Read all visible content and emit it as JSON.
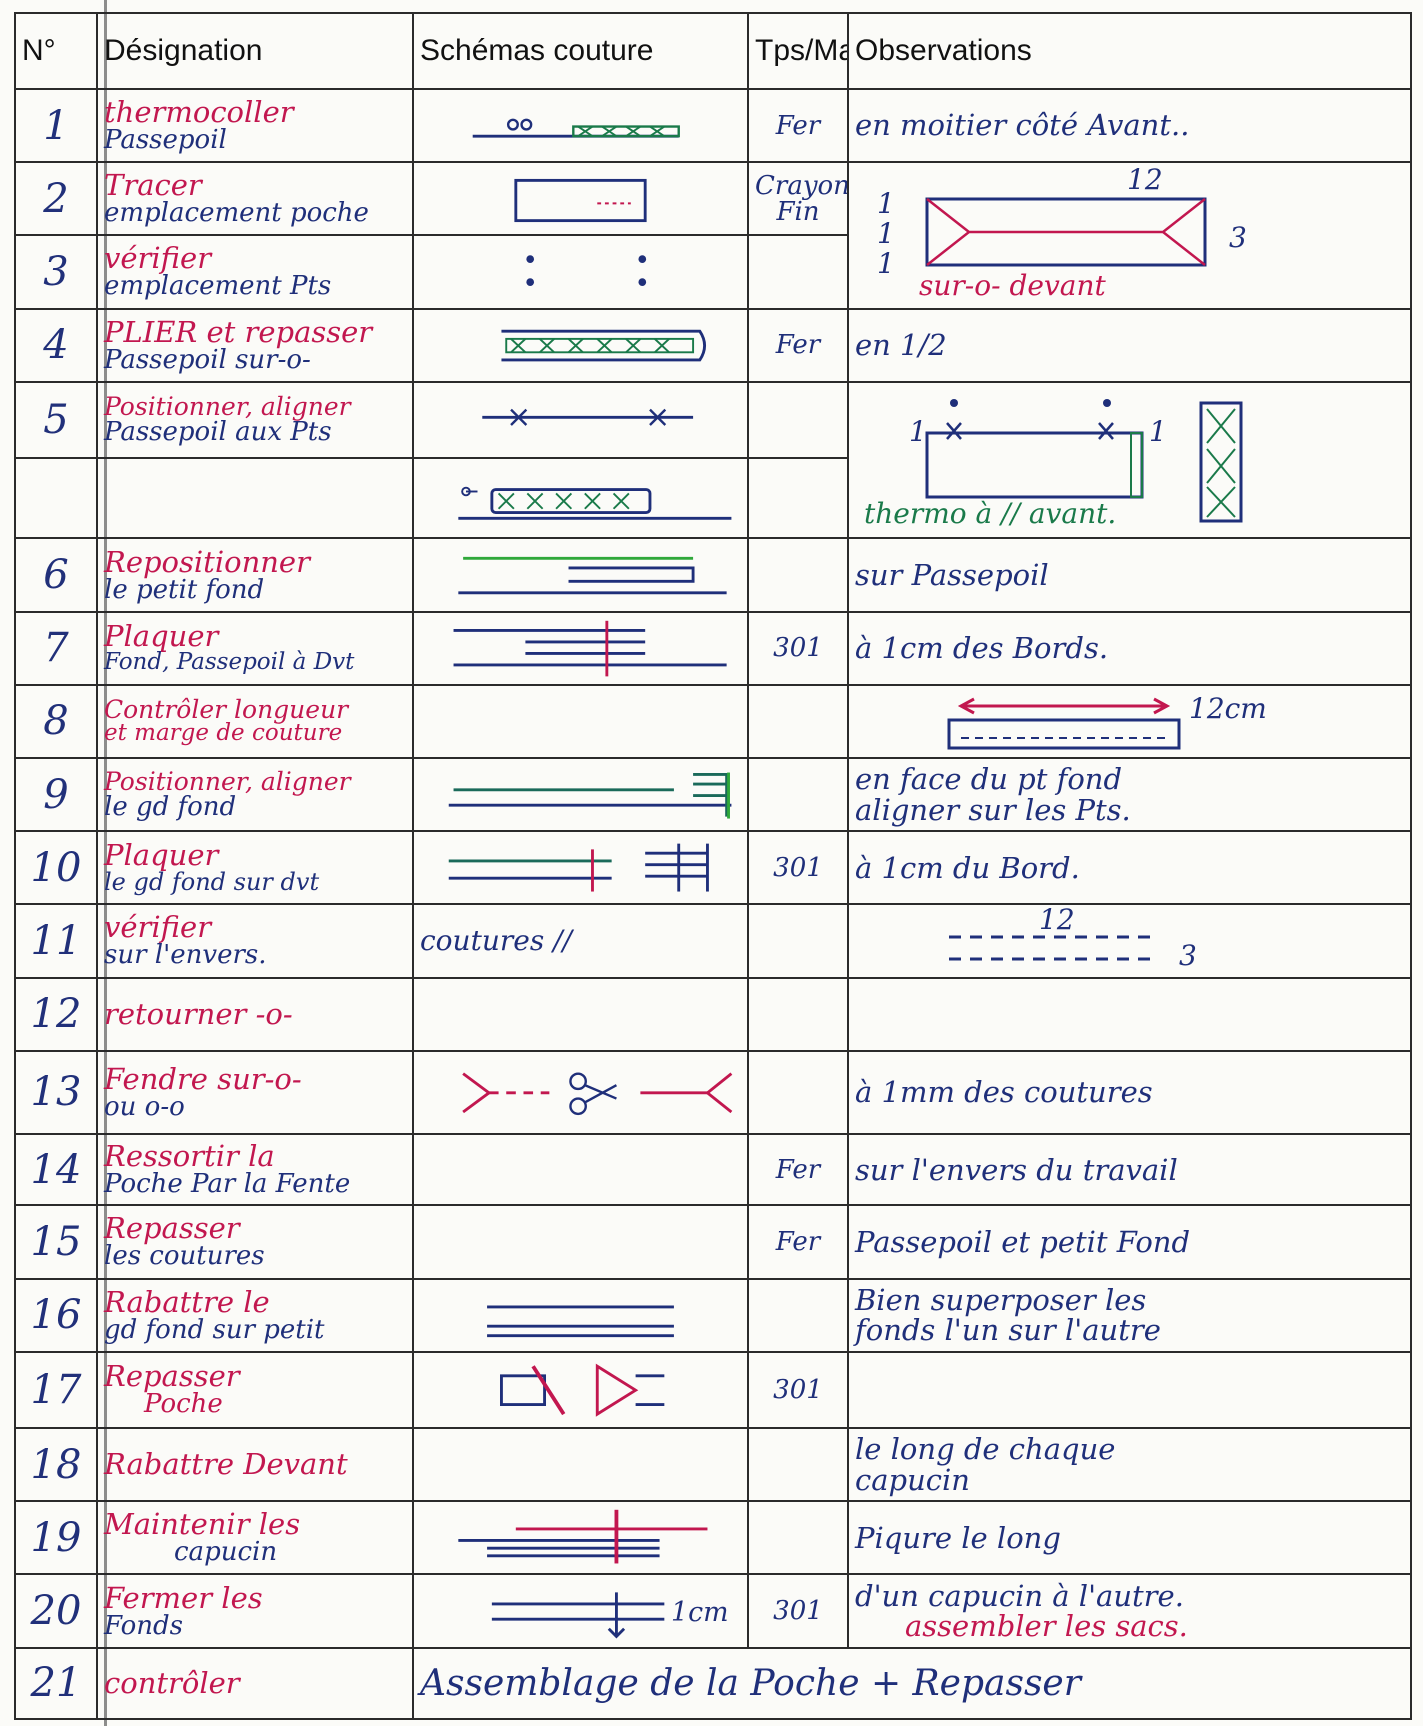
{
  "header": {
    "no": "N°",
    "designation": "Désignation",
    "schemas": "Schémas couture",
    "tps": "Tps/Mach",
    "observations": "Observations"
  },
  "rows": [
    {
      "no": "1",
      "d1": "thermocoller",
      "d2": "Passepoil",
      "tps": "Fer",
      "obs": "en moitier côté Avant.."
    },
    {
      "no": "2",
      "d1": "Tracer",
      "d2": "emplacement poche",
      "tps": "Crayon Fin",
      "obs": ""
    },
    {
      "no": "3",
      "d1": "vérifier",
      "d2": "emplacement Pts",
      "tps": "",
      "obs": ""
    },
    {
      "no": "4",
      "d1": "PLIER et repasser",
      "d2": "Passepoil sur-o-",
      "tps": "Fer",
      "obs": "en 1/2"
    },
    {
      "no": "5",
      "d1": "Positionner, aligner",
      "d2": "Passepoil aux Pts",
      "tps": "",
      "obs": ""
    },
    {
      "no": "",
      "d1": "",
      "d2": "",
      "tps": "",
      "obs": ""
    },
    {
      "no": "6",
      "d1": "Repositionner",
      "d2": "le petit fond",
      "tps": "",
      "obs": "sur Passepoil"
    },
    {
      "no": "7",
      "d1": "Plaquer",
      "d2": "Fond, Passepoil à Dvt",
      "tps": "301",
      "obs": "à 1cm des Bords."
    },
    {
      "no": "8",
      "d1": "Contrôler longueur",
      "d2": "et marge de couture",
      "tps": "",
      "obs": ""
    },
    {
      "no": "9",
      "d1": "Positionner, aligner",
      "d2": "le gd fond",
      "tps": "",
      "obs": "en face du pt fond",
      "obs2": "aligner sur les Pts."
    },
    {
      "no": "10",
      "d1": "Plaquer",
      "d2": "le gd fond sur dvt",
      "tps": "301",
      "obs": "à 1cm du Bord."
    },
    {
      "no": "11",
      "d1": "vérifier",
      "d2": "sur l'envers.",
      "tps": "",
      "obs": ""
    },
    {
      "no": "12",
      "d1": "retourner -o-",
      "d2": "",
      "tps": "",
      "obs": ""
    },
    {
      "no": "13",
      "d1": "Fendre sur-o-",
      "d2": "ou o-o",
      "tps": "",
      "obs": "à 1mm des coutures"
    },
    {
      "no": "14",
      "d1": "Ressortir la",
      "d2": "Poche Par la Fente",
      "tps": "Fer",
      "obs": "sur l'envers du travail"
    },
    {
      "no": "15",
      "d1": "Repasser",
      "d2": "les coutures",
      "tps": "Fer",
      "obs": "Passepoil et petit Fond"
    },
    {
      "no": "16",
      "d1": "Rabattre le",
      "d2": "gd fond sur petit",
      "tps": "",
      "obs": "Bien superposer les",
      "obs2": "fonds l'un sur l'autre"
    },
    {
      "no": "17",
      "d1": "Repasser",
      "d2": "Poche",
      "tps": "301",
      "obs": ""
    },
    {
      "no": "18",
      "d1": "Rabattre Devant",
      "d2": "",
      "tps": "",
      "obs": "le long de chaque",
      "obs2": "capucin"
    },
    {
      "no": "19",
      "d1": "Maintenir les",
      "d2": "capucin",
      "tps": "",
      "obs": "Piqure le long"
    },
    {
      "no": "20",
      "d1": "Fermer les",
      "d2": "Fonds",
      "tps": "301",
      "obs": "d'un capucin à l'autre.",
      "obs2": "assembler les sacs."
    },
    {
      "no": "21",
      "d1": "contrôler",
      "d2": "",
      "tps": "",
      "obs": ""
    }
  ],
  "schema_texts": {
    "r11": "coutures //",
    "r20_label": "1cm",
    "r21": "Assemblage de la Poche + Repasser"
  },
  "obs_diagrams": {
    "r2_top": "12",
    "r2_left_1": "1",
    "r2_left_2": "1",
    "r2_left_3": "1",
    "r2_right": "3",
    "r3_caption": "sur-o- devant",
    "r5_left": "1",
    "r5_right": "1",
    "r5_caption": "thermo à // avant.",
    "r8_label": "12cm",
    "r11_top": "12",
    "r11_right": "3"
  },
  "colors": {
    "ink_blue": "#1f2f7a",
    "ink_red": "#c2174f",
    "ink_green": "#1a7a4a",
    "grid": "#2b2b2b"
  }
}
